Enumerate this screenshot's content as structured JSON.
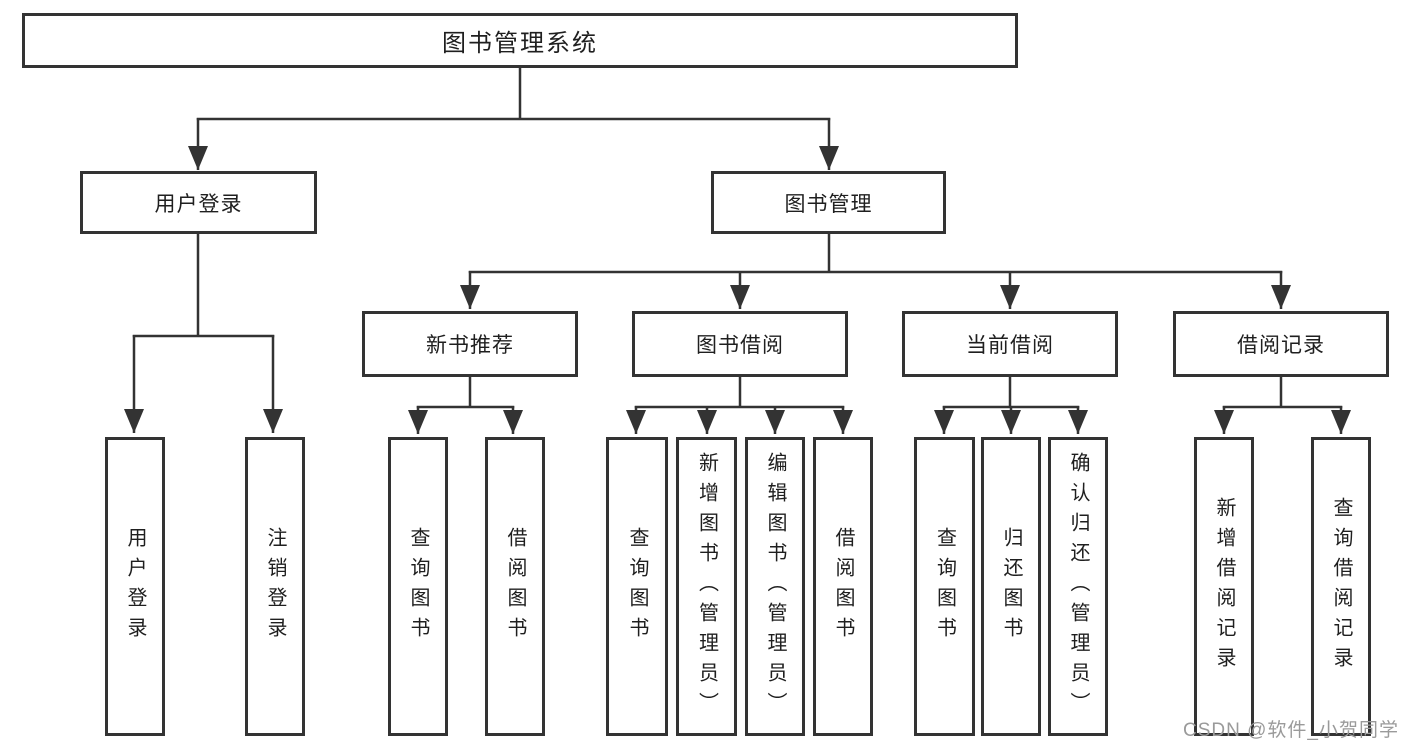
{
  "style": {
    "line_color": "#333333",
    "box_border_color": "#333333",
    "text_color": "#1f1f1f",
    "watermark_color": "#9a9a9a",
    "background": "#ffffff"
  },
  "watermark": "CSDN @软件_小贺同学",
  "tree": {
    "label": "图书管理系统",
    "children": [
      {
        "label": "用户登录",
        "children": [
          {
            "label": "用户登录"
          },
          {
            "label": "注销登录"
          }
        ]
      },
      {
        "label": "图书管理",
        "children": [
          {
            "label": "新书推荐",
            "children": [
              {
                "label": "查询图书"
              },
              {
                "label": "借阅图书"
              }
            ]
          },
          {
            "label": "图书借阅",
            "children": [
              {
                "label": "查询图书"
              },
              {
                "label": "新增图书（管理员）"
              },
              {
                "label": "编辑图书（管理员）"
              },
              {
                "label": "借阅图书"
              }
            ]
          },
          {
            "label": "当前借阅",
            "children": [
              {
                "label": "查询图书"
              },
              {
                "label": "归还图书"
              },
              {
                "label": "确认归还（管理员）"
              }
            ]
          },
          {
            "label": "借阅记录",
            "children": [
              {
                "label": "新增借阅记录"
              },
              {
                "label": "查询借阅记录"
              }
            ]
          }
        ]
      }
    ]
  }
}
